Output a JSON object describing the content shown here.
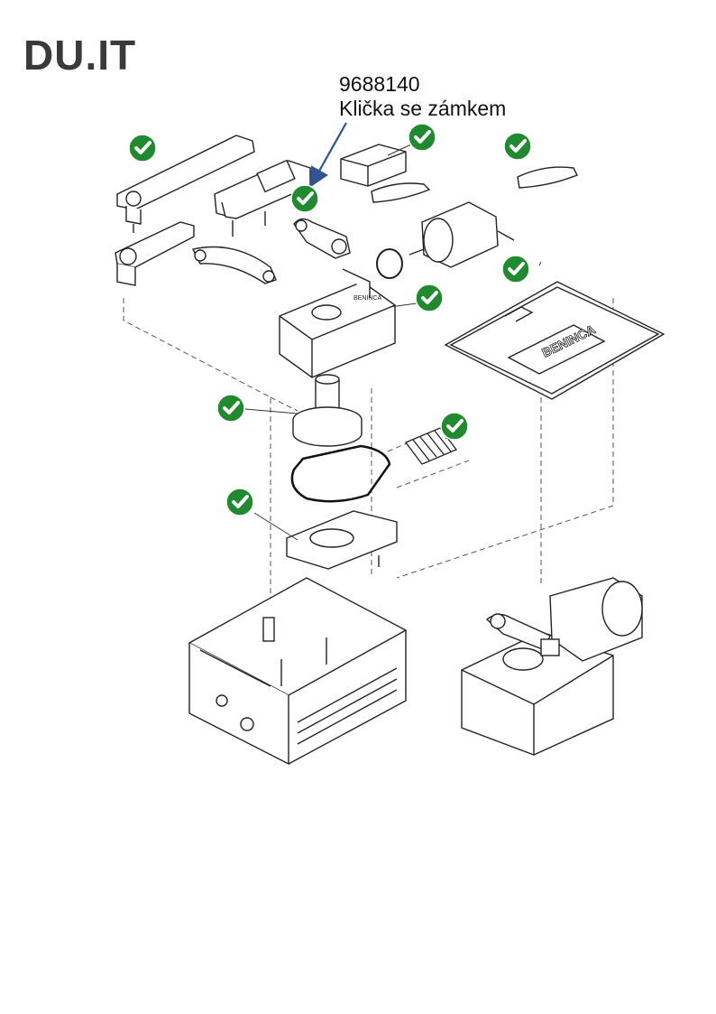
{
  "brand": {
    "logo_text": "DU.IT"
  },
  "callout": {
    "part_number": "9688140",
    "part_name": "Klička se zámkem",
    "arrow_color": "#2f5597"
  },
  "diagram": {
    "stamped_brand_text": "BENINCA",
    "check_color": "#1f8a2e",
    "check_icon": "check-circle-icon"
  }
}
